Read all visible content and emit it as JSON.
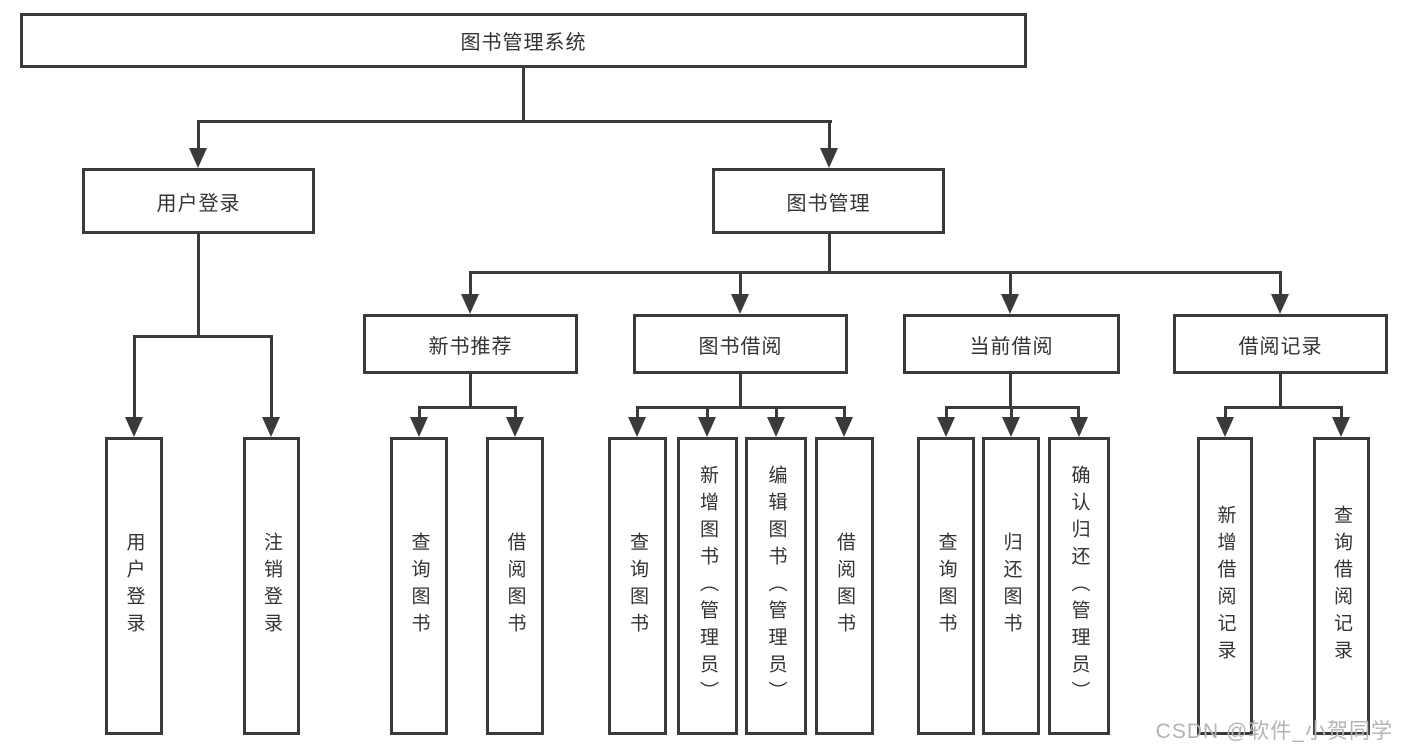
{
  "diagram": {
    "watermark": "CSDN @软件_小贺同学",
    "colors": {
      "line": "#3a3a3a",
      "text": "#333333",
      "watermark": "#b4b4b4",
      "background": "#ffffff"
    },
    "nodes": {
      "root": {
        "label": "图书管理系统"
      },
      "user_login": {
        "label": "用户登录"
      },
      "book_mgmt": {
        "label": "图书管理"
      },
      "leaf_user_login": {
        "label": "用户登录"
      },
      "leaf_logout": {
        "label": "注销登录"
      },
      "new_book_rec": {
        "label": "新书推荐"
      },
      "book_borrow": {
        "label": "图书借阅"
      },
      "current_borrow": {
        "label": "当前借阅"
      },
      "borrow_record": {
        "label": "借阅记录"
      },
      "nbr_query_book": {
        "label": "查询图书"
      },
      "nbr_borrow_book": {
        "label": "借阅图书"
      },
      "bb_query_book": {
        "label": "查询图书"
      },
      "bb_add_book": {
        "label": "新增图书（管理员）"
      },
      "bb_edit_book": {
        "label": "编辑图书（管理员）"
      },
      "bb_borrow_book": {
        "label": "借阅图书"
      },
      "cb_query_book": {
        "label": "查询图书"
      },
      "cb_return_book": {
        "label": "归还图书"
      },
      "cb_confirm_return": {
        "label": "确认归还（管理员）"
      },
      "br_add_record": {
        "label": "新增借阅记录"
      },
      "br_query_record": {
        "label": "查询借阅记录"
      }
    }
  }
}
